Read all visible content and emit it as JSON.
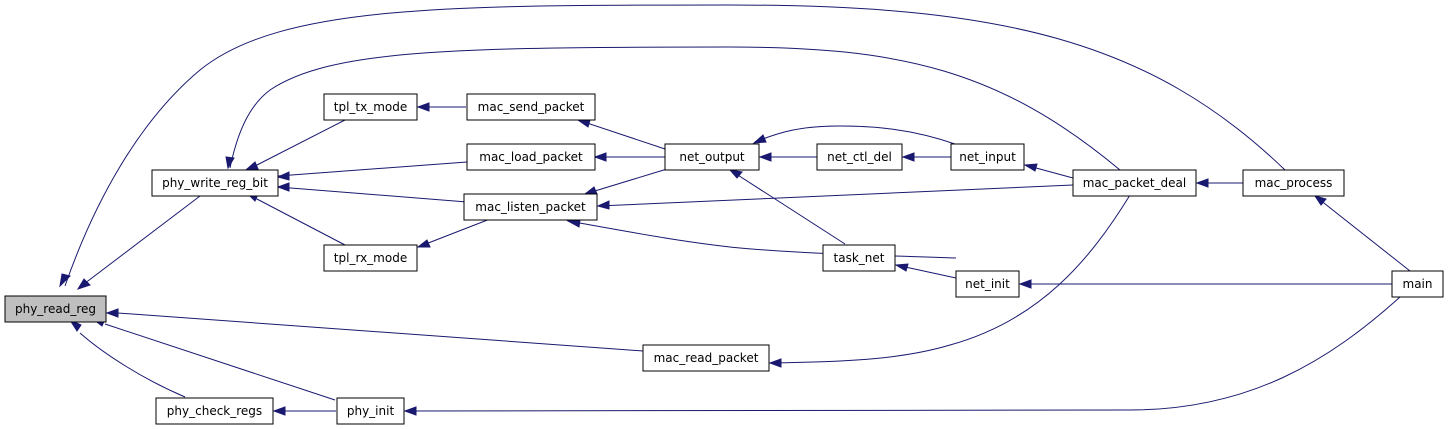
{
  "graph": {
    "colors": {
      "edge": "#191970",
      "node_border": "#000000",
      "node_fill": "#ffffff",
      "highlight_fill": "#bfbfbf"
    },
    "nodes": {
      "phy_read_reg": "phy_read_reg",
      "phy_write_reg_bit": "phy_write_reg_bit",
      "phy_check_regs": "phy_check_regs",
      "phy_init": "phy_init",
      "tpl_tx_mode": "tpl_tx_mode",
      "tpl_rx_mode": "tpl_rx_mode",
      "mac_send_packet": "mac_send_packet",
      "mac_load_packet": "mac_load_packet",
      "mac_listen_packet": "mac_listen_packet",
      "mac_read_packet": "mac_read_packet",
      "net_output": "net_output",
      "net_ctl_del": "net_ctl_del",
      "net_input": "net_input",
      "task_net": "task_net",
      "net_init": "net_init",
      "mac_packet_deal": "mac_packet_deal",
      "mac_process": "mac_process",
      "main": "main"
    },
    "highlighted_node": "phy_read_reg",
    "edges": [
      [
        "phy_write_reg_bit",
        "phy_read_reg"
      ],
      [
        "phy_check_regs",
        "phy_read_reg"
      ],
      [
        "phy_init",
        "phy_read_reg"
      ],
      [
        "mac_read_packet",
        "phy_read_reg"
      ],
      [
        "mac_process",
        "phy_read_reg"
      ],
      [
        "tpl_tx_mode",
        "phy_write_reg_bit"
      ],
      [
        "tpl_rx_mode",
        "phy_write_reg_bit"
      ],
      [
        "mac_load_packet",
        "phy_write_reg_bit"
      ],
      [
        "mac_listen_packet",
        "phy_write_reg_bit"
      ],
      [
        "mac_packet_deal",
        "phy_write_reg_bit"
      ],
      [
        "mac_send_packet",
        "tpl_tx_mode"
      ],
      [
        "mac_listen_packet",
        "tpl_rx_mode"
      ],
      [
        "net_output",
        "mac_send_packet"
      ],
      [
        "net_output",
        "mac_load_packet"
      ],
      [
        "net_output",
        "mac_listen_packet"
      ],
      [
        "net_init",
        "mac_listen_packet"
      ],
      [
        "mac_packet_deal",
        "mac_listen_packet"
      ],
      [
        "net_ctl_del",
        "net_output"
      ],
      [
        "net_input",
        "net_output"
      ],
      [
        "task_net",
        "net_output"
      ],
      [
        "net_input",
        "net_ctl_del"
      ],
      [
        "mac_packet_deal",
        "net_input"
      ],
      [
        "net_init",
        "task_net"
      ],
      [
        "main",
        "net_init"
      ],
      [
        "mac_process",
        "mac_packet_deal"
      ],
      [
        "main",
        "mac_process"
      ],
      [
        "mac_packet_deal",
        "mac_read_packet"
      ],
      [
        "phy_init",
        "phy_check_regs"
      ],
      [
        "main",
        "phy_init"
      ]
    ]
  }
}
